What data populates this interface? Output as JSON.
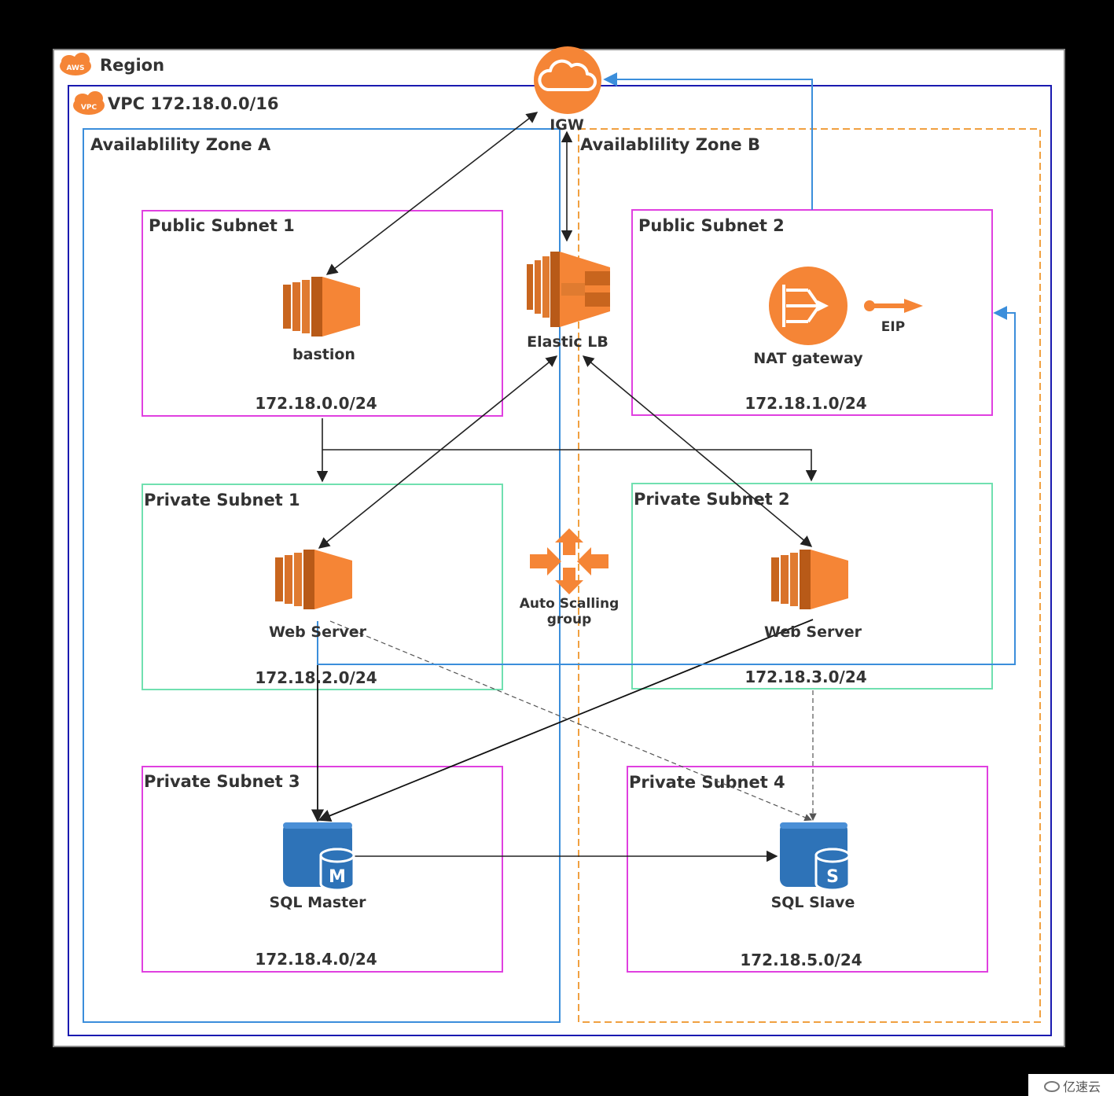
{
  "region": {
    "label": "Region",
    "badge": "AWS"
  },
  "vpc": {
    "label": "VPC 172.18.0.0/16",
    "badge": "VPC"
  },
  "zones": {
    "a": "Availablility Zone A",
    "b": "Availablility Zone B"
  },
  "igw": {
    "label": "IGW"
  },
  "elb": {
    "label": "Elastic LB"
  },
  "asg": {
    "line1": "Auto Scalling",
    "line2": "group"
  },
  "public_subnet_1": {
    "title": "Public Subnet 1",
    "cidr": "172.18.0.0/24",
    "instance": "bastion"
  },
  "public_subnet_2": {
    "title": "Public Subnet 2",
    "cidr": "172.18.1.0/24",
    "nat": "NAT gateway",
    "eip": "EIP"
  },
  "private_subnet_1": {
    "title": "Private Subnet 1",
    "cidr": "172.18.2.0/24",
    "instance": "Web Server"
  },
  "private_subnet_2": {
    "title": "Private Subnet 2",
    "cidr": "172.18.3.0/24",
    "instance": "Web Server"
  },
  "private_subnet_3": {
    "title": "Private Subnet 3",
    "cidr": "172.18.4.0/24",
    "db": "SQL Master",
    "db_letter": "M"
  },
  "private_subnet_4": {
    "title": "Private Subnet 4",
    "cidr": "172.18.5.0/24",
    "db": "SQL Slave",
    "db_letter": "S"
  },
  "watermark": "亿速云",
  "colors": {
    "aws_orange": "#F58536",
    "public_subnet_border": "#E040E0",
    "private_subnet_border": "#70E0B0",
    "vpc_border": "#1A1AB0",
    "zone_a_border": "#3B8EDB",
    "zone_b_border": "#F0A040",
    "db_blue": "#2E73B8"
  }
}
